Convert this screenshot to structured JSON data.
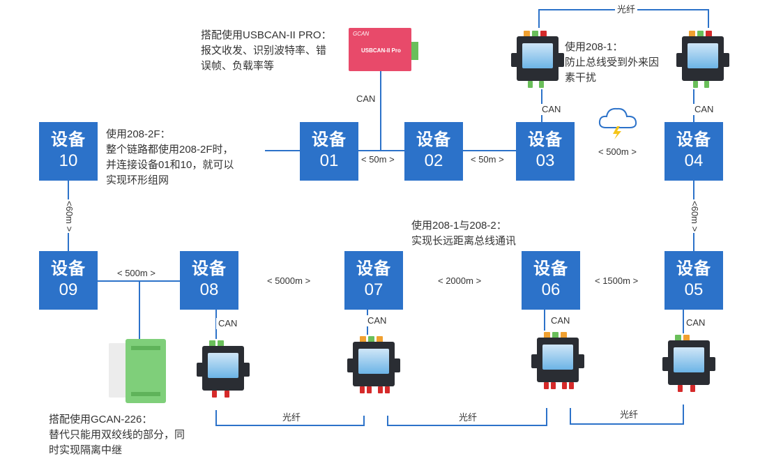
{
  "devices": [
    {
      "id": "10",
      "title": "设备",
      "num": "10"
    },
    {
      "id": "01",
      "title": "设备",
      "num": "01"
    },
    {
      "id": "02",
      "title": "设备",
      "num": "02"
    },
    {
      "id": "03",
      "title": "设备",
      "num": "03"
    },
    {
      "id": "04",
      "title": "设备",
      "num": "04"
    },
    {
      "id": "09",
      "title": "设备",
      "num": "09"
    },
    {
      "id": "08",
      "title": "设备",
      "num": "08"
    },
    {
      "id": "07",
      "title": "设备",
      "num": "07"
    },
    {
      "id": "06",
      "title": "设备",
      "num": "06"
    },
    {
      "id": "05",
      "title": "设备",
      "num": "05"
    }
  ],
  "notes": {
    "usbcan": [
      "搭配使用USBCAN-II PRO：",
      "报文收发、识别波特率、错",
      "误帧、负载率等"
    ],
    "n208_1": [
      "使用208-1：",
      "防止总线受到外来因",
      "素干扰"
    ],
    "n208_2f": [
      "使用208-2F：",
      "整个链路都使用208-2F时，",
      "并连接设备01和10，就可以",
      "实现环形组网"
    ],
    "n208_12": [
      "使用208-1与208-2：",
      "实现长远距离总线通讯"
    ],
    "gcan226": [
      "搭配使用GCAN-226：",
      "替代只能用双绞线的部分，同",
      "时实现隔离中继"
    ]
  },
  "labels": {
    "can": "CAN",
    "fiber": "光纤",
    "d_01_02": "< 50m >",
    "d_02_03": "< 50m >",
    "d_03_04": "< 500m >",
    "d_09_08": "< 500m >",
    "d_08_07": "< 5000m >",
    "d_07_06": "< 2000m >",
    "d_06_05": "< 1500m >",
    "d_10_09": "<60m >",
    "d_04_05": "<60m >"
  },
  "usbcan_device": {
    "brand": "GCAN",
    "model": "USBCAN-II Pro"
  },
  "colors": {
    "device_blue": "#2c72c9",
    "usbcan_pink": "#e84a6a",
    "terminal_green": "#6abf5a",
    "fiber_red": "#d52a2a",
    "gcan226_green": "#7fcf7a"
  }
}
